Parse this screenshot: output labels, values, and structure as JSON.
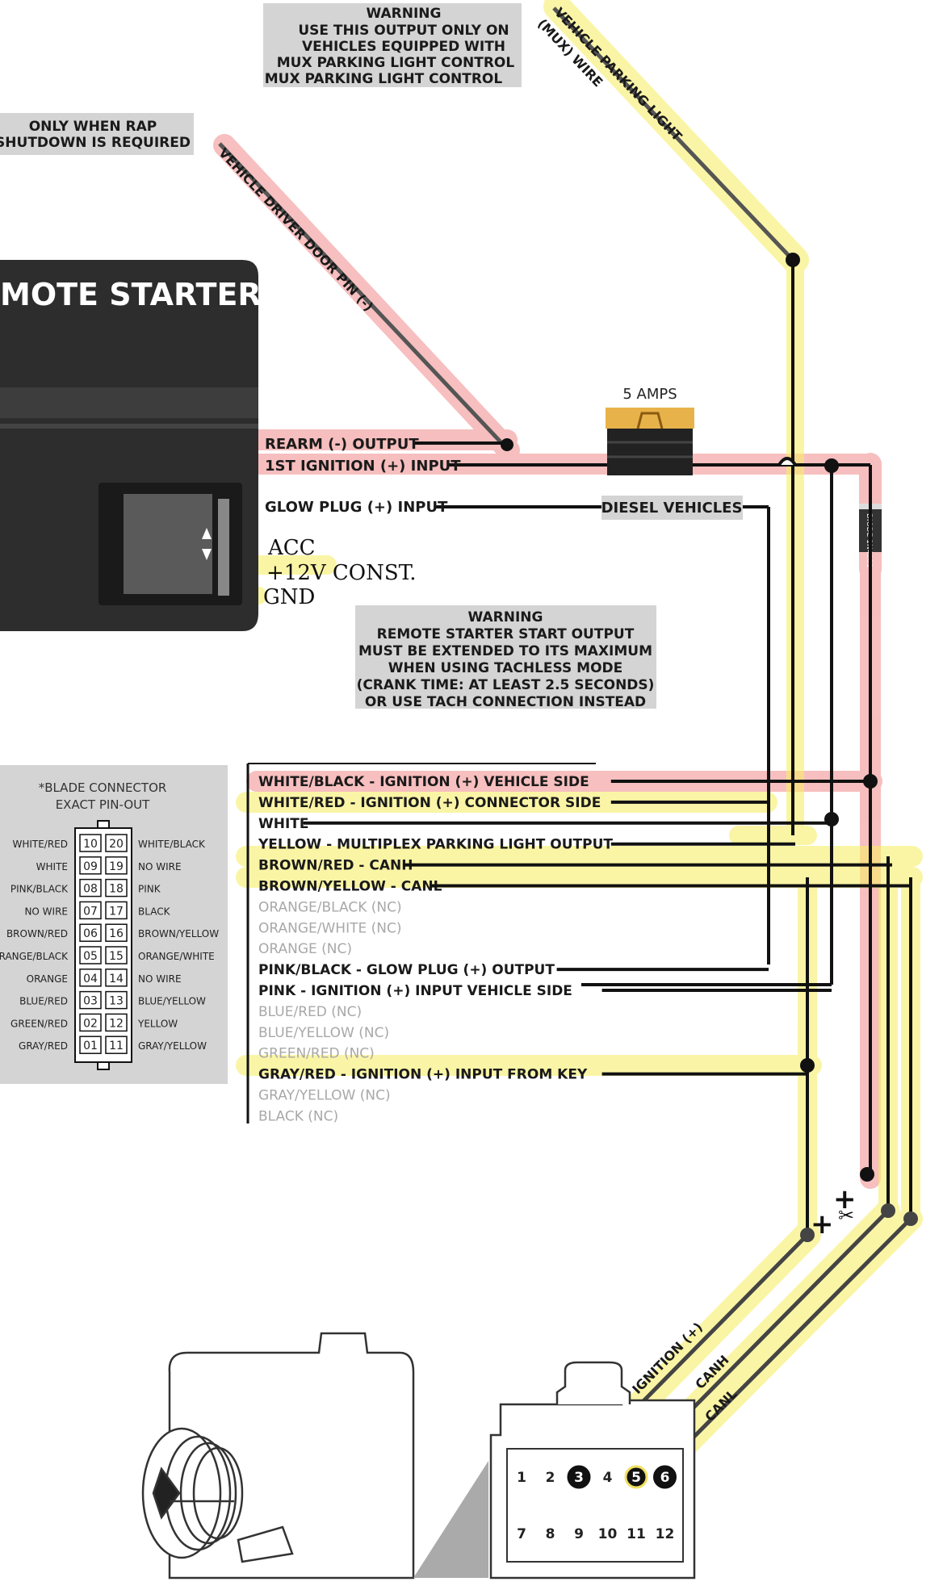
{
  "warning_top": {
    "title": "WARNING",
    "lines": [
      "USE THIS OUTPUT ONLY ON",
      "VEHICLES EQUIPPED WITH",
      "MUX PARKING LIGHT CONTROL",
      "MUX PARKING LIGHT CONTROL"
    ]
  },
  "rap_note": [
    "ONLY WHEN RAP",
    "SHUTDOWN IS REQUIRED"
  ],
  "vehicle_wires": {
    "parking_light": "VEHICLE PARKING LIGHT",
    "mux_wire": "(MUX) WIRE",
    "door_pin": "VEHICLE DRIVER DOOR PIN (-)"
  },
  "module_title": "MOTE STARTER",
  "fuse_label": "5 AMPS",
  "diode_label": "DIODE 1N4001",
  "module_outputs": {
    "rearm": "REARM (-) OUTPUT",
    "ignition": "1ST IGNITION (+) INPUT",
    "glow": "GLOW PLUG (+) INPUT"
  },
  "diesel_label": "DIESEL VEHICLES",
  "handwritten": [
    "ACC",
    "+12V  CONST.",
    "GND"
  ],
  "warning_mid": {
    "title": "WARNING",
    "lines": [
      "REMOTE STARTER START OUTPUT",
      "MUST BE EXTENDED TO ITS MAXIMUM",
      "WHEN USING TACHLESS MODE",
      "(CRANK TIME: AT LEAST 2.5 SECONDS)",
      "OR USE TACH CONNECTION INSTEAD"
    ]
  },
  "blade_connector": {
    "title": [
      "*BLADE CONNECTOR",
      "EXACT PIN-OUT"
    ],
    "rows": [
      {
        "left": "WHITE/RED",
        "a": "10",
        "b": "20",
        "right": "WHITE/BLACK"
      },
      {
        "left": "WHITE",
        "a": "09",
        "b": "19",
        "right": "NO WIRE"
      },
      {
        "left": "PINK/BLACK",
        "a": "08",
        "b": "18",
        "right": "PINK"
      },
      {
        "left": "NO WIRE",
        "a": "07",
        "b": "17",
        "right": "BLACK"
      },
      {
        "left": "BROWN/RED",
        "a": "06",
        "b": "16",
        "right": "BROWN/YELLOW"
      },
      {
        "left": "ORANGE/BLACK",
        "a": "05",
        "b": "15",
        "right": "ORANGE/WHITE"
      },
      {
        "left": "ORANGE",
        "a": "04",
        "b": "14",
        "right": "NO WIRE"
      },
      {
        "left": "BLUE/RED",
        "a": "03",
        "b": "13",
        "right": "BLUE/YELLOW"
      },
      {
        "left": "GREEN/RED",
        "a": "02",
        "b": "12",
        "right": "YELLOW"
      },
      {
        "left": "GRAY/RED",
        "a": "01",
        "b": "11",
        "right": "GRAY/YELLOW"
      }
    ]
  },
  "harness": [
    {
      "label": "WHITE/BLACK - IGNITION (+) VEHICLE SIDE",
      "active": true
    },
    {
      "label": "WHITE/RED - IGNITION (+) CONNECTOR SIDE",
      "active": true
    },
    {
      "label": "WHITE",
      "active": true
    },
    {
      "label": "YELLOW - MULTIPLEX PARKING LIGHT OUTPUT",
      "active": true
    },
    {
      "label": "BROWN/RED - CANH",
      "active": true
    },
    {
      "label": "BROWN/YELLOW - CANL",
      "active": true
    },
    {
      "label": "ORANGE/BLACK (NC)",
      "active": false
    },
    {
      "label": "ORANGE/WHITE (NC)",
      "active": false
    },
    {
      "label": "ORANGE (NC)",
      "active": false
    },
    {
      "label": "PINK/BLACK - GLOW PLUG (+) OUTPUT",
      "active": true
    },
    {
      "label": "PINK - IGNITION (+) INPUT VEHICLE SIDE",
      "active": true
    },
    {
      "label": "BLUE/RED (NC)",
      "active": false
    },
    {
      "label": "BLUE/YELLOW (NC)",
      "active": false
    },
    {
      "label": "GREEN/RED (NC)",
      "active": false
    },
    {
      "label": "GRAY/RED - IGNITION (+) INPUT FROM KEY",
      "active": true
    },
    {
      "label": "GRAY/YELLOW (NC)",
      "active": false
    },
    {
      "label": "BLACK (NC)",
      "active": false
    }
  ],
  "bottom_wires": {
    "ignition": "IGNITION (+)",
    "canh": "CANH",
    "canl": "CANL"
  },
  "plug_pins": [
    [
      "1",
      "2",
      "3",
      "4",
      "5",
      "6"
    ],
    [
      "7",
      "8",
      "9",
      "10",
      "11",
      "12"
    ]
  ],
  "colors": {
    "highlight_red": "#f4a6a6",
    "highlight_yellow": "#fbf5a0",
    "wire": "#111111",
    "note_box": "#d4d4d4",
    "module_body": "#2d2d2d"
  }
}
